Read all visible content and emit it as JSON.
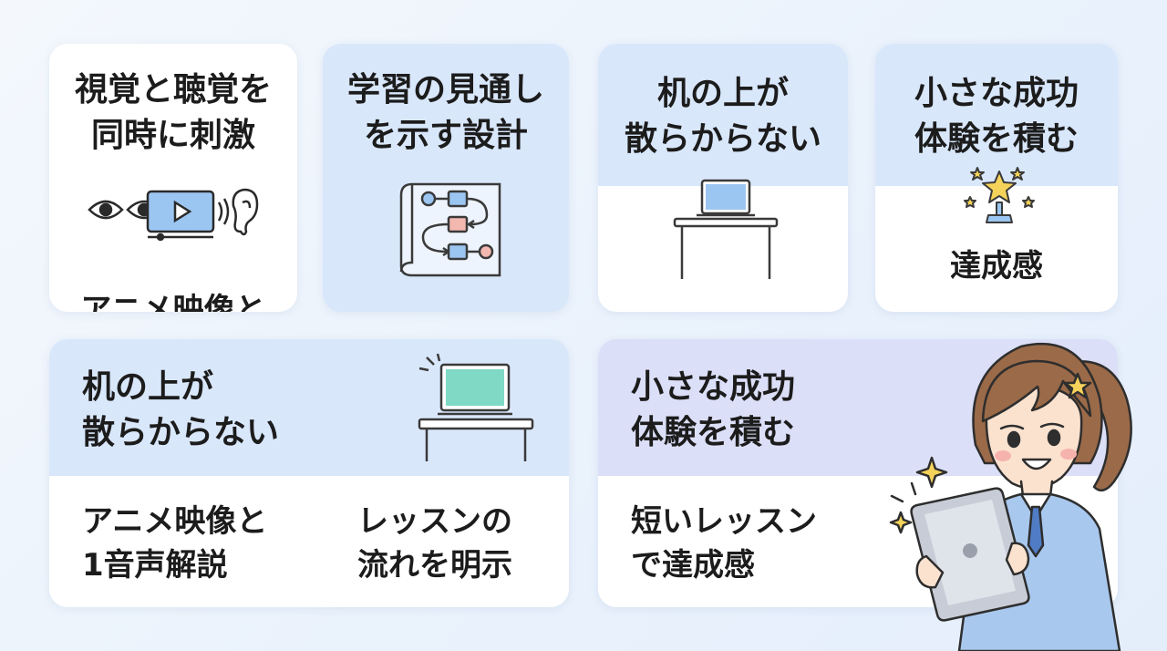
{
  "cards": [
    {
      "heading": "視覚と聴覚を\n同時に刺激",
      "caption": "アニメ映像と",
      "icon": "eye-video-ear-icon"
    },
    {
      "heading": "学習の見通し\nを示す設計",
      "icon": "flowchart-icon"
    },
    {
      "heading": "机の上が\n散らからない",
      "icon": "laptop-desk-icon"
    },
    {
      "heading": "小さな成功\n体験を積む",
      "caption": "達成感",
      "icon": "star-trophy-icon"
    }
  ],
  "wide_cards": [
    {
      "heading": "机の上が\n散らからない",
      "points": [
        "アニメ映像と\n1音声解説",
        "レッスンの\n流れを明示"
      ],
      "icon": "laptop-desk-icon"
    },
    {
      "heading": "小さな成功\n体験を積む",
      "points": [
        "短いレッスン\nで達成感"
      ],
      "icon": "sparkle-icon"
    }
  ],
  "colors": {
    "band_blue": "#d9e7fb",
    "band_lavender": "#dcdff8",
    "screen_teal": "#7fd9c4",
    "screen_blue": "#9cc6f2",
    "star_yellow": "#f5d35a"
  }
}
